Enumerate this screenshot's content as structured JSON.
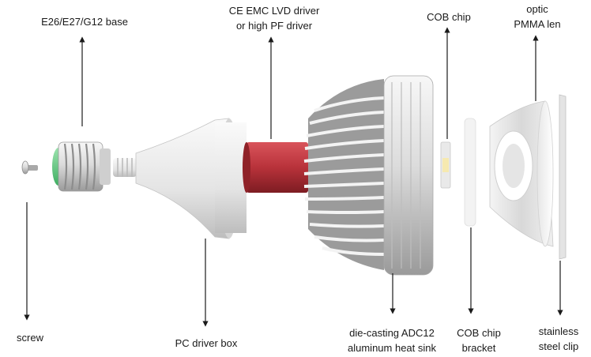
{
  "labels": {
    "base": "E26/E27/G12 base",
    "driver_line1": "CE EMC LVD driver",
    "driver_line2": "or high PF driver",
    "cob_chip": "COB chip",
    "optic_line1": "optic",
    "optic_line2": "PMMA len",
    "screw": "screw",
    "driver_box": "PC driver box",
    "heatsink_line1": "die-casting ADC12",
    "heatsink_line2": "aluminum heat sink",
    "bracket_line1": "COB chip",
    "bracket_line2": "bracket",
    "clip_line1": "stainless",
    "clip_line2": "steel clip"
  },
  "colors": {
    "ink": "#1a1a1a",
    "driver_red": "#b8323a",
    "base_green": "#6fcf8a",
    "metal_light": "#f2f2f2",
    "metal_dark": "#8c8c8c"
  }
}
